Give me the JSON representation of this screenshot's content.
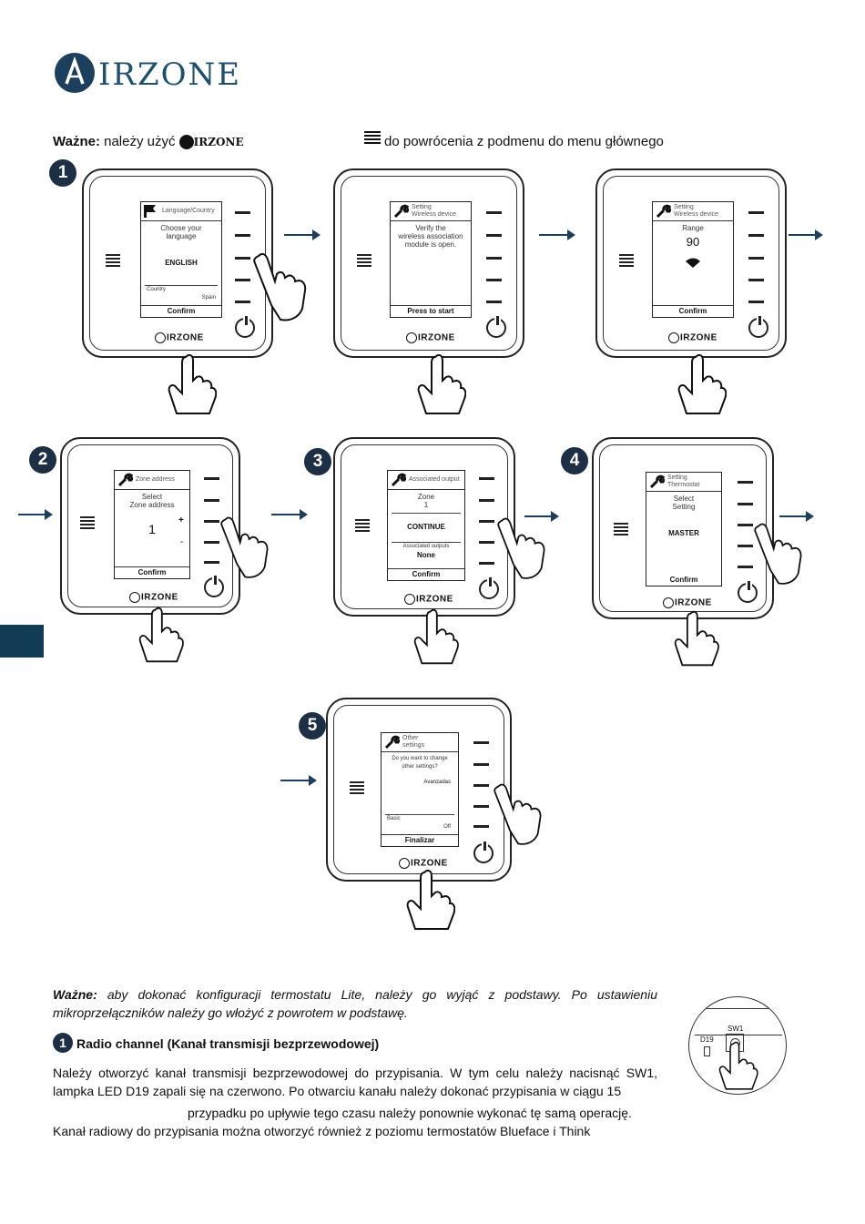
{
  "logo": {
    "text": "IRZONE"
  },
  "instruction": {
    "label": "Ważne:",
    "text1": " należy użyć ",
    "brand": "IRZONE",
    "text2": " do powrócenia z podmenu do menu głównego"
  },
  "steps": {
    "s1": "1",
    "s2": "2",
    "s3": "3",
    "s4": "4",
    "s5": "5"
  },
  "brand_label": "IRZONE",
  "screens": {
    "a": {
      "title": "Language/Country",
      "l1": "Choose your",
      "l2": "language",
      "value": "ENGLISH",
      "sub": "Country",
      "subval": "Spain",
      "confirm": "Confirm"
    },
    "b": {
      "title1": "Setting",
      "title2": "Wireless device",
      "l1": "Verify the",
      "l2": "wireless association",
      "l3": "module is open.",
      "confirm": "Press to start"
    },
    "c": {
      "title1": "Setting",
      "title2": "Wireless device",
      "l1": "Range",
      "value": "90",
      "confirm": "Confirm"
    },
    "d": {
      "title": "Zone address",
      "l1": "Select",
      "l2": "Zone address",
      "value": "1",
      "plus": "+",
      "minus": "-",
      "confirm": "Confirm"
    },
    "e": {
      "title": "Associated output",
      "l1": "Zone",
      "l2": "1",
      "value": "CONTINUE",
      "sub": "Associated outputs",
      "subval": "None",
      "confirm": "Confirm"
    },
    "f": {
      "title1": "Setting",
      "title2": "Thermostat",
      "l1": "Select",
      "l2": "Setting",
      "value": "MASTER",
      "confirm": "Confirm"
    },
    "g": {
      "title1": "Other",
      "title2": "settings",
      "l1": "Do you want to change",
      "l2": "other settings?",
      "opt1": "Avanzadas",
      "opt2": "Basic",
      "opt2val": "Off",
      "confirm": "Finalizar"
    }
  },
  "note": {
    "label": "Ważne:",
    "text": " aby dokonać konfiguracji termostatu Lite, należy go wyjąć z podstawy. Po ustawieniu mikroprzełączników należy go włożyć z powrotem w podstawę."
  },
  "section": {
    "num": "1",
    "title": "Radio channel (Kanał transmisji bezprzewodowej)"
  },
  "body": {
    "p1": "Należy otworzyć kanał transmisji bezprzewodowej do przypisania. W tym celu należy nacisnąć SW1, lampka LED D19 zapali się na czerwono. Po otwarciu kanału należy dokonać przypisania w ciągu 15",
    "p2": "przypadku po upływie tego czasu należy ponownie wykonać tę samą operację.",
    "p3": "Kanał radiowy do przypisania można otworzyć również z poziomu termostatów Blueface i Think"
  },
  "board": {
    "sw": "SW1",
    "led": "D19"
  }
}
